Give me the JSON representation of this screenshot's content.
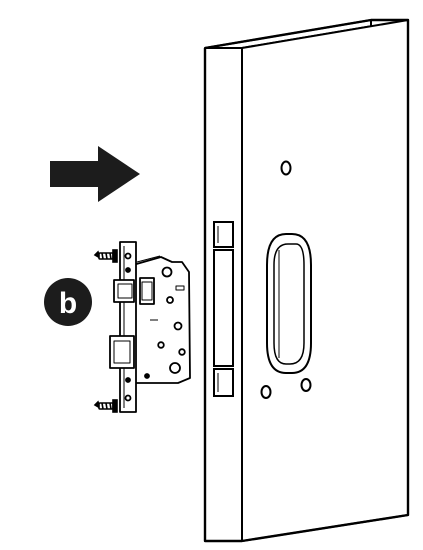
{
  "step_badge": {
    "label": "b"
  },
  "colors": {
    "ink": "#000000",
    "fill": "#ffffff",
    "badge": "#1c1c1c",
    "arrow": "#1c1c1c"
  },
  "icons": {
    "direction": "arrow-right-icon",
    "door": "door-panel",
    "lock": "mortise-lock-body",
    "screws": "screw-icon"
  }
}
